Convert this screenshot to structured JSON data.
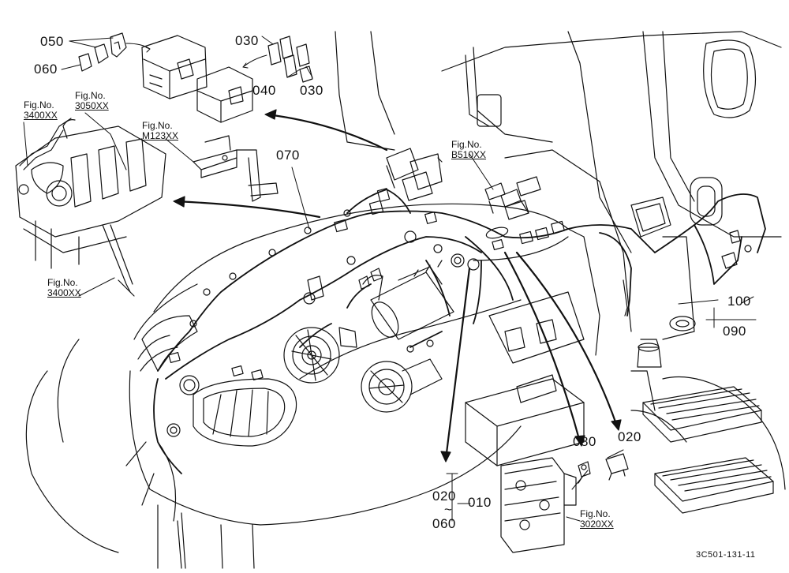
{
  "diagram": {
    "part_labels": {
      "p050": "050",
      "p060": "060",
      "p030_top": "030",
      "p040": "040",
      "p030_right": "030",
      "p070": "070",
      "p100": "100",
      "p090": "090",
      "p080": "080",
      "p020_right": "020",
      "p020_bottom": "020",
      "tilde": "~",
      "p060_bottom": "060",
      "p010": "010"
    },
    "fig_refs": {
      "ref_3050": {
        "caption": "Fig.No.",
        "number": "3050XX"
      },
      "ref_3400_top": {
        "caption": "Fig.No.",
        "number": "3400XX"
      },
      "ref_M123": {
        "caption": "Fig.No.",
        "number": "M123XX"
      },
      "ref_B510": {
        "caption": "Fig.No.",
        "number": "B510XX"
      },
      "ref_3400_bottom": {
        "caption": "Fig.No.",
        "number": "3400XX"
      },
      "ref_3020": {
        "caption": "Fig.No.",
        "number": "3020XX"
      }
    },
    "drawing_code": "3C501-131-11"
  },
  "colors": {
    "ink": "#111111",
    "paper": "#ffffff"
  }
}
